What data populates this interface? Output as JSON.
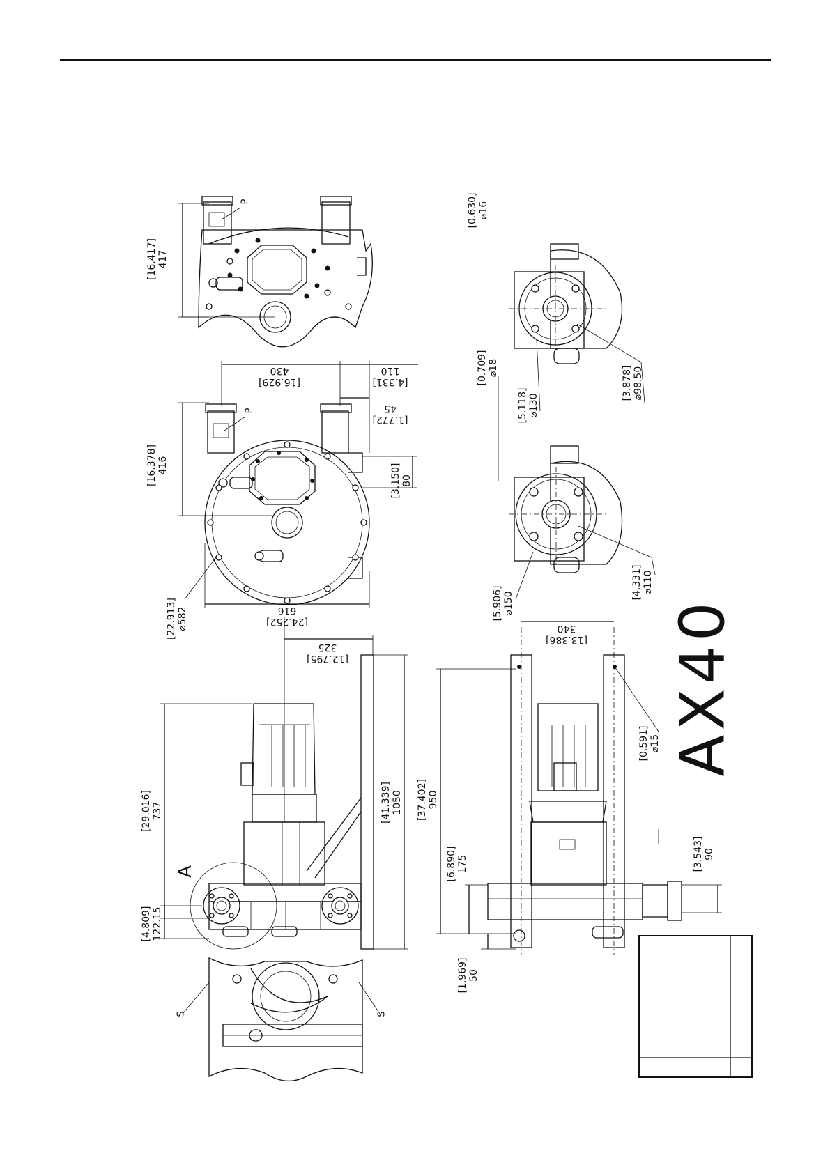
{
  "model": "AX40",
  "labels": {
    "view_a": "A",
    "port_p_1": "P",
    "port_p_2": "P",
    "bolt_s_1": "S",
    "bolt_s_2": "S"
  },
  "dimensions": [
    {
      "id": "d417",
      "inch": "16.417",
      "mm": "417"
    },
    {
      "id": "d416",
      "inch": "16.378",
      "mm": "416"
    },
    {
      "id": "d430",
      "inch": "16.929",
      "mm": "430"
    },
    {
      "id": "d110",
      "inch": "4.331",
      "mm": "110"
    },
    {
      "id": "d45",
      "inch": "1.772",
      "mm": "45"
    },
    {
      "id": "d80",
      "inch": "3.150",
      "mm": "80"
    },
    {
      "id": "d582",
      "inch": "22.913",
      "mm": "⌀582"
    },
    {
      "id": "d616",
      "inch": "24.252",
      "mm": "616"
    },
    {
      "id": "d325",
      "inch": "12.795",
      "mm": "325"
    },
    {
      "id": "d737",
      "inch": "29.016",
      "mm": "737"
    },
    {
      "id": "d12215",
      "inch": "4.809",
      "mm": "122.15"
    },
    {
      "id": "d1050",
      "inch": "41.339",
      "mm": "1050"
    },
    {
      "id": "d950",
      "inch": "37.402",
      "mm": "950"
    },
    {
      "id": "d175",
      "inch": "6.890",
      "mm": "175"
    },
    {
      "id": "d50",
      "inch": "1.969",
      "mm": "50"
    },
    {
      "id": "d340",
      "inch": "13.386",
      "mm": "340"
    },
    {
      "id": "d15",
      "inch": "0.591",
      "mm": "⌀15"
    },
    {
      "id": "d90",
      "inch": "3.543",
      "mm": "90"
    },
    {
      "id": "d150",
      "inch": "5.906",
      "mm": "⌀150"
    },
    {
      "id": "dphi110",
      "inch": "4.331",
      "mm": "⌀110"
    },
    {
      "id": "d130",
      "inch": "5.118",
      "mm": "⌀130"
    },
    {
      "id": "d18",
      "inch": "0.709",
      "mm": "⌀18"
    },
    {
      "id": "d98",
      "inch": "3.878",
      "mm": "⌀98.50"
    },
    {
      "id": "d16",
      "inch": "0.630",
      "mm": "⌀16"
    }
  ]
}
